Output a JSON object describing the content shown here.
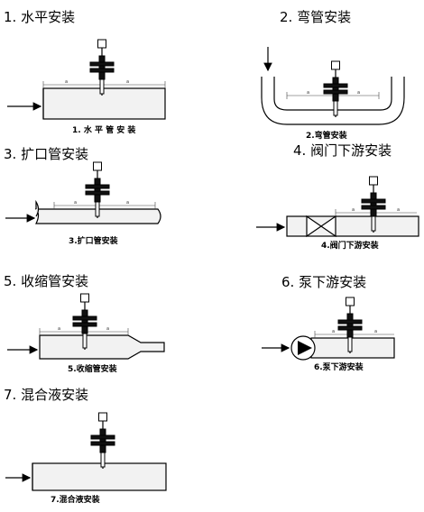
{
  "panels": [
    {
      "id": "p1",
      "heading": "1. 水平安装",
      "caption": "1. 水 平 管 安 装"
    },
    {
      "id": "p2",
      "heading": "2. 弯管安装",
      "caption": "2.弯管安装"
    },
    {
      "id": "p3",
      "heading": "3. 扩口管安装",
      "caption": "3.扩口管安装"
    },
    {
      "id": "p4",
      "heading": "4. 阀门下游安装",
      "caption": "4.阀门下游安装"
    },
    {
      "id": "p5",
      "heading": "5. 收缩管安装",
      "caption": "5.收缩管安装"
    },
    {
      "id": "p6",
      "heading": "6. 泵下游安装",
      "caption": "6.泵下游安装"
    },
    {
      "id": "p7",
      "heading": "7. 混合液安装",
      "caption": "7.混合液安装"
    }
  ],
  "dimension_mark": "a"
}
